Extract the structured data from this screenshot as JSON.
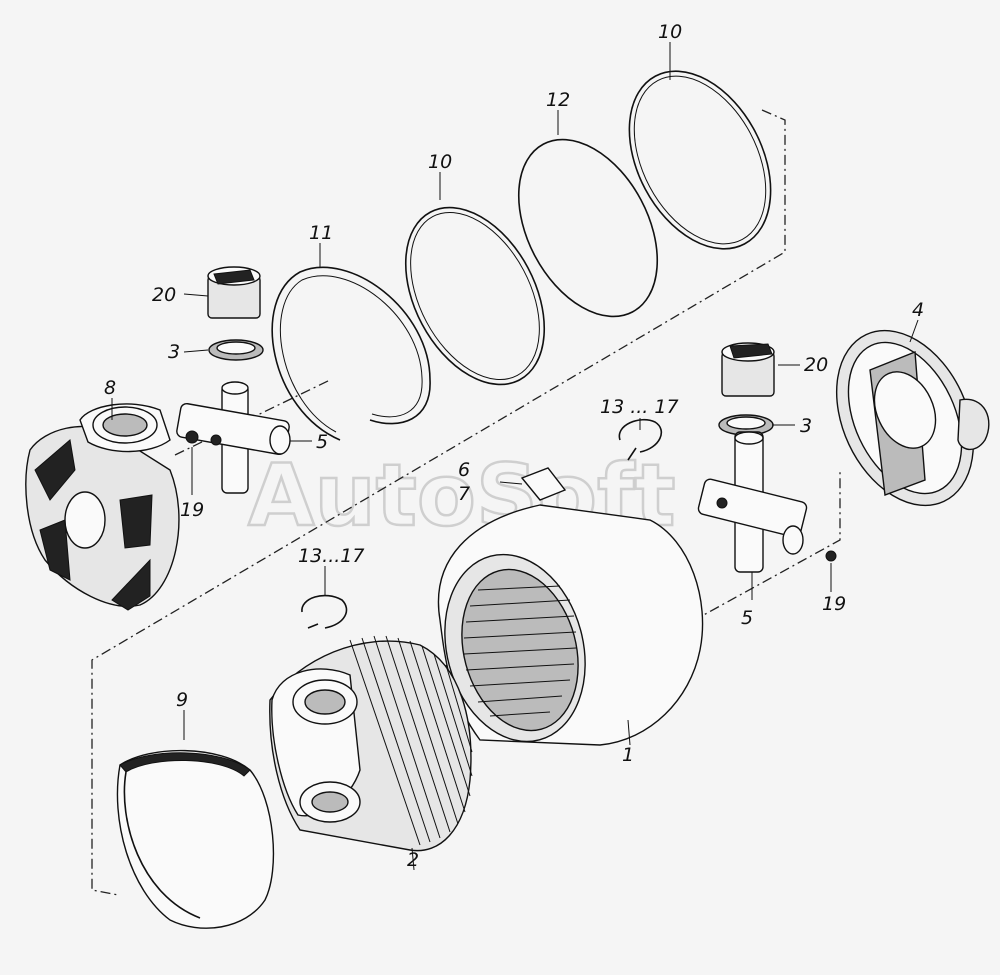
{
  "watermark": "AutoSoft",
  "callouts": {
    "ring10_top": "10",
    "ring12": "12",
    "ring10_mid": "10",
    "ring11": "11",
    "cap20_left": "20",
    "seal3_left": "3",
    "yoke8": "8",
    "cross5_left": "5",
    "nipple19_left": "19",
    "cover4": "4",
    "cap20_right": "20",
    "seal3_right": "3",
    "circlip13_17_right": "13 ... 17",
    "plate6": "6",
    "plate7": "7",
    "cross5_right": "5",
    "nipple19_right": "19",
    "circlip13_17_left": "13...17",
    "ring9": "9",
    "housing1": "1",
    "hub2": "2"
  }
}
